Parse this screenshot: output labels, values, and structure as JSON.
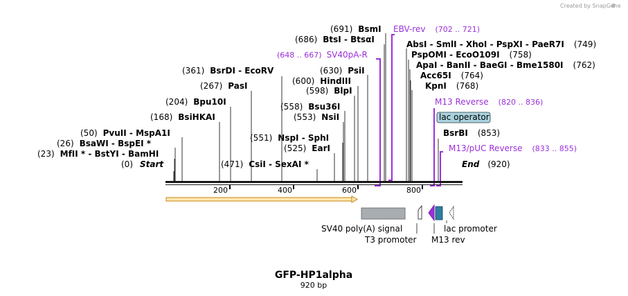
{
  "watermark": "Created by SnapGene",
  "map": {
    "title": "GFP-HP1alpha",
    "length_label": "920 bp",
    "total_bp": 920,
    "ticks": [
      "200",
      "400",
      "600",
      "800"
    ]
  },
  "ends": {
    "start": {
      "num": "(0)",
      "name": "Start"
    },
    "end": {
      "num": "(920)",
      "name": "End"
    }
  },
  "sites": [
    {
      "num": "(23)",
      "text": "MfII * - BstYI - BamHI"
    },
    {
      "num": "(26)",
      "text": "BsaWI - BspEI *"
    },
    {
      "num": "(50)",
      "text": "PvuII - MspA1I"
    },
    {
      "num": "(168)",
      "text": "BsiHKAI"
    },
    {
      "num": "(204)",
      "text": "Bpu10I"
    },
    {
      "num": "(267)",
      "text": "PasI"
    },
    {
      "num": "(361)",
      "text": "BsrDI - EcoRV"
    },
    {
      "num": "(471)",
      "text": "CsiI - SexAI *"
    },
    {
      "num": "(525)",
      "text": "EarI"
    },
    {
      "num": "(551)",
      "text": "NspI - SphI"
    },
    {
      "num": "(553)",
      "text": "NsiI"
    },
    {
      "num": "(558)",
      "text": "Bsu36I"
    },
    {
      "num": "(598)",
      "text": "BlpI"
    },
    {
      "num": "(600)",
      "text": "HindIII"
    },
    {
      "num": "(630)",
      "text": "PsiI"
    },
    {
      "num": "(686)",
      "text": "BtsI - BtsαI"
    },
    {
      "num": "(691)",
      "text": "BsmI"
    },
    {
      "num": "(749)",
      "text": "AbsI - SmlI - XhoI - PspXI - PaeR7I"
    },
    {
      "num": "(758)",
      "text": "PspOMI - EcoO109I"
    },
    {
      "num": "(762)",
      "text": "ApaI - BanII - BaeGI - Bme1580I"
    },
    {
      "num": "(764)",
      "text": "Acc65I"
    },
    {
      "num": "(768)",
      "text": "KpnI"
    },
    {
      "num": "(853)",
      "text": "BsrBI"
    }
  ],
  "primers": [
    {
      "name": "SV40pA-R",
      "range": "(648 .. 667)"
    },
    {
      "name": "EBV-rev",
      "range": "(702 .. 721)"
    },
    {
      "name": "M13 Reverse",
      "range": "(820 .. 836)"
    },
    {
      "name": "M13/pUC Reverse",
      "range": "(833 .. 855)"
    }
  ],
  "lac_operator_label": "lac operator",
  "features": {
    "sv40": "SV40 poly(A) signal",
    "t3": "T3 promoter",
    "m13rev": "M13 rev",
    "lac": "lac promoter"
  },
  "colors": {
    "primer": "#9b30d9",
    "backbone": "#1a1a1a",
    "orf_fill": "#ffe8b0",
    "orf_stroke": "#c8861a",
    "sv40_fill": "#a8adb2",
    "lac_operator_fill": "#a9d3df",
    "m13_fill": "#9b30d9",
    "lacop_feature_fill": "#2f7da0"
  }
}
